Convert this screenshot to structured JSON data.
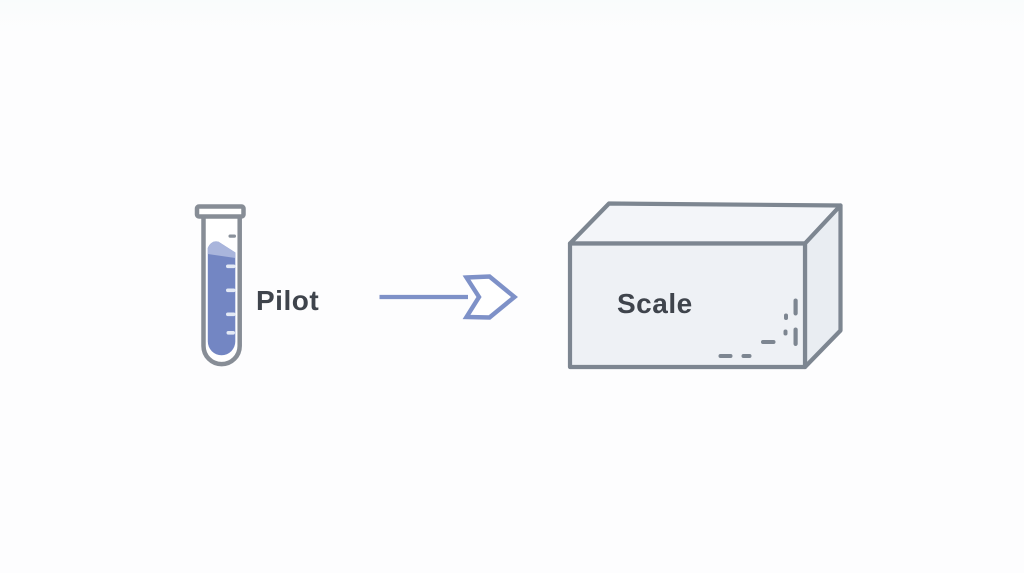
{
  "colors": {
    "background": "#fdfdfe",
    "tube-outline": "#878d96",
    "liquid": "#7386c3",
    "liquid-surface": "#a9b5dc",
    "tick-light": "#e3e9f5",
    "tick-gray": "#8a919b",
    "arrow": "#7e91c8",
    "box-outline": "#7d8691",
    "box-top": "#f3f5f9",
    "box-right": "#e9edf2",
    "box-front": "#eef1f5",
    "dash": "#7d8691",
    "label": "#3f444c"
  },
  "diagram": {
    "nodes": [
      {
        "id": "pilot",
        "shape": "test-tube",
        "label": "Pilot"
      },
      {
        "id": "scale",
        "shape": "cuboid",
        "label": "Scale"
      }
    ],
    "connector": {
      "from": "pilot",
      "to": "scale",
      "style": "open-arrow"
    }
  }
}
